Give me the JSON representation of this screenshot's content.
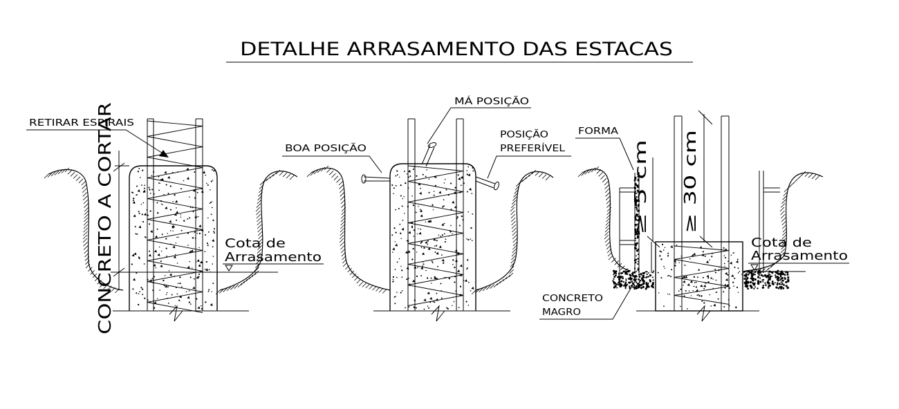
{
  "title": "DETALHE ARRASAMENTO DAS ESTACAS",
  "labels": {
    "retirar_espirais": "RETIRAR ESPIRAIS",
    "concreto_a_cortar": "CONCRETO A CORTAR",
    "cota_de_left": "Cota de",
    "arrasamento_left": "Arrasamento",
    "boa_posicao": "BOA POSIÇÃO",
    "ma_posicao": "MÁ POSIÇÃO",
    "posicao": "POSIÇÃO",
    "preferivel": "PREFERÍVEL",
    "forma": "FORMA",
    "dim_small": "≥ 5 cm",
    "dim_large": "≥ 30 cm",
    "cota_de_right": "Cota de",
    "arrasamento_right": "Arrasamento",
    "concreto": "CONCRETO",
    "magro": "MAGRO"
  },
  "colors": {
    "ink": "#000000",
    "background": "#ffffff"
  }
}
